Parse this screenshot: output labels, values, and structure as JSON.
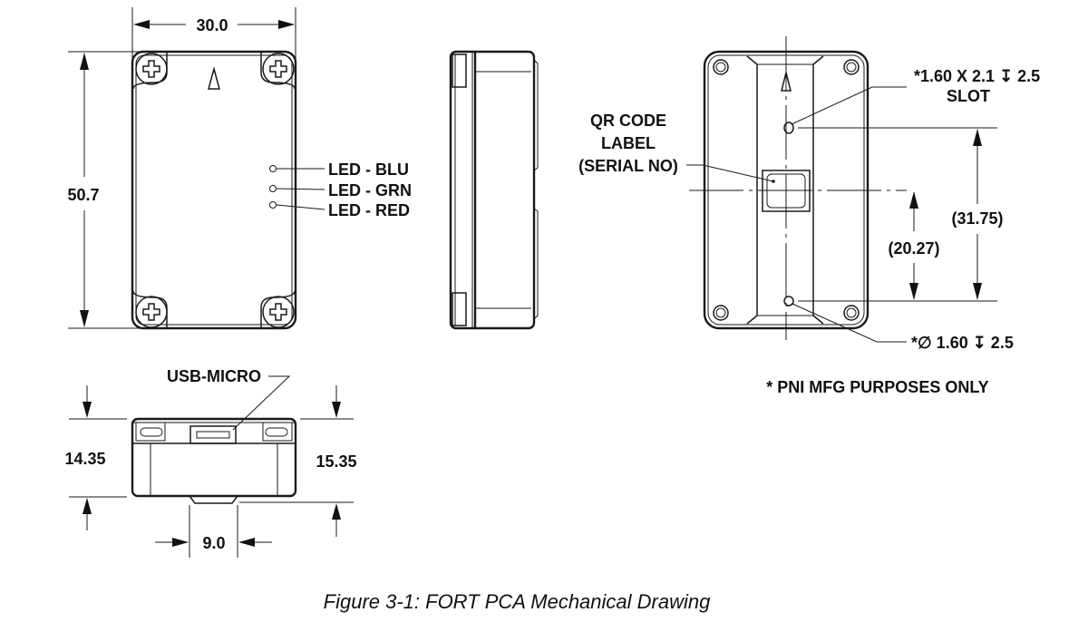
{
  "figure": {
    "caption": "Figure 3-1: FORT PCA Mechanical Drawing",
    "views": {
      "top": {
        "width_dim": "30.0",
        "height_dim": "50.7",
        "callouts": [
          "LED - BLU",
          "LED - GRN",
          "LED - RED"
        ]
      },
      "side": {},
      "bottom": {
        "callout_qr": [
          "QR CODE",
          "LABEL",
          "(SERIAL NO)"
        ],
        "callout_slot": [
          "*1.60 X 2.1 ↧ 2.5",
          "SLOT"
        ],
        "callout_hole": "*∅ 1.60 ↧ 2.5",
        "dim_outer": "31.75",
        "dim_inner": "20.27",
        "note": "* PNI MFG PURPOSES ONLY"
      },
      "end": {
        "callout_usb": "USB-MICRO",
        "dim_left": "14.35",
        "dim_right": "15.35",
        "dim_bottom": "9.0"
      }
    }
  }
}
